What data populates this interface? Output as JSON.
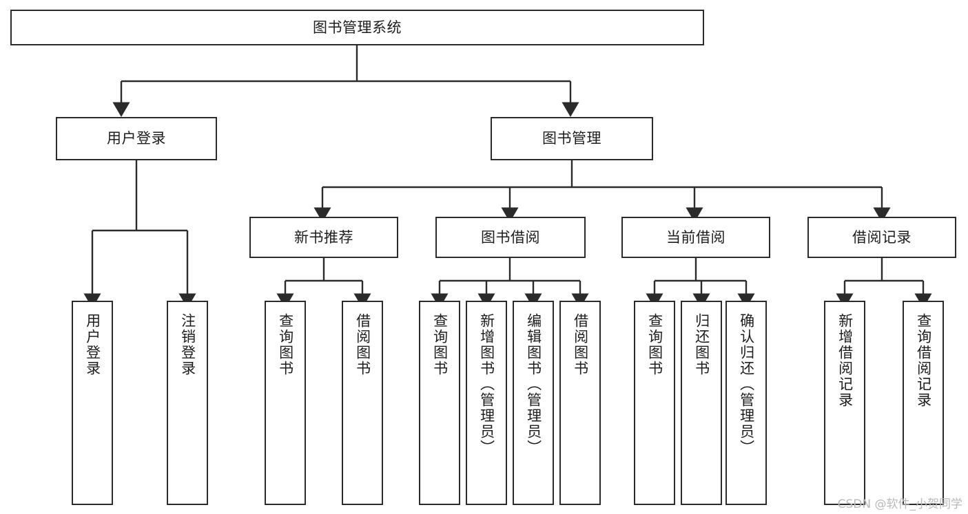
{
  "diagram": {
    "title": "图书管理系统",
    "watermark": "CSDN @软件_小贺同学",
    "line_color": "#2b2b2b",
    "box_fill": "#ffffff",
    "text_color": "#1d1d1d",
    "watermark_color": "#b9b9b9",
    "type": "tree",
    "root": {
      "label": "图书管理系统",
      "children": [
        {
          "label": "用户登录",
          "children": [
            {
              "label": "用户登录"
            },
            {
              "label": "注销登录"
            }
          ]
        },
        {
          "label": "图书管理",
          "children": [
            {
              "label": "新书推荐",
              "children": [
                {
                  "label": "查询图书"
                },
                {
                  "label": "借阅图书"
                }
              ]
            },
            {
              "label": "图书借阅",
              "children": [
                {
                  "label": "查询图书"
                },
                {
                  "label": "新增图书（管理员）"
                },
                {
                  "label": "编辑图书（管理员）"
                },
                {
                  "label": "借阅图书"
                }
              ]
            },
            {
              "label": "当前借阅",
              "children": [
                {
                  "label": "查询图书"
                },
                {
                  "label": "归还图书"
                },
                {
                  "label": "确认归还（管理员）"
                }
              ]
            },
            {
              "label": "借阅记录",
              "children": [
                {
                  "label": "新增借阅记录"
                },
                {
                  "label": "查询借阅记录"
                }
              ]
            }
          ]
        }
      ]
    },
    "nodes": {
      "root": "图书管理系统",
      "l1_user_login": "用户登录",
      "l1_book_manage": "图书管理",
      "l2_new_book_rec": "新书推荐",
      "l2_book_borrow": "图书借阅",
      "l2_current_borrow": "当前借阅",
      "l2_borrow_record": "借阅记录",
      "leaf_user_login": "用户登录",
      "leaf_logout": "注销登录",
      "leaf_rec_query_book": "查询图书",
      "leaf_rec_borrow_book": "借阅图书",
      "leaf_borrow_query_book": "查询图书",
      "leaf_borrow_add_book": "新增图书（管理员）",
      "leaf_borrow_edit_book": "编辑图书（管理员）",
      "leaf_borrow_borrow_book": "借阅图书",
      "leaf_cur_query_book": "查询图书",
      "leaf_cur_return_book": "归还图书",
      "leaf_cur_confirm_return": "确认归还（管理员）",
      "leaf_rec_add_record": "新增借阅记录",
      "leaf_rec_query_record": "查询借阅记录"
    }
  }
}
